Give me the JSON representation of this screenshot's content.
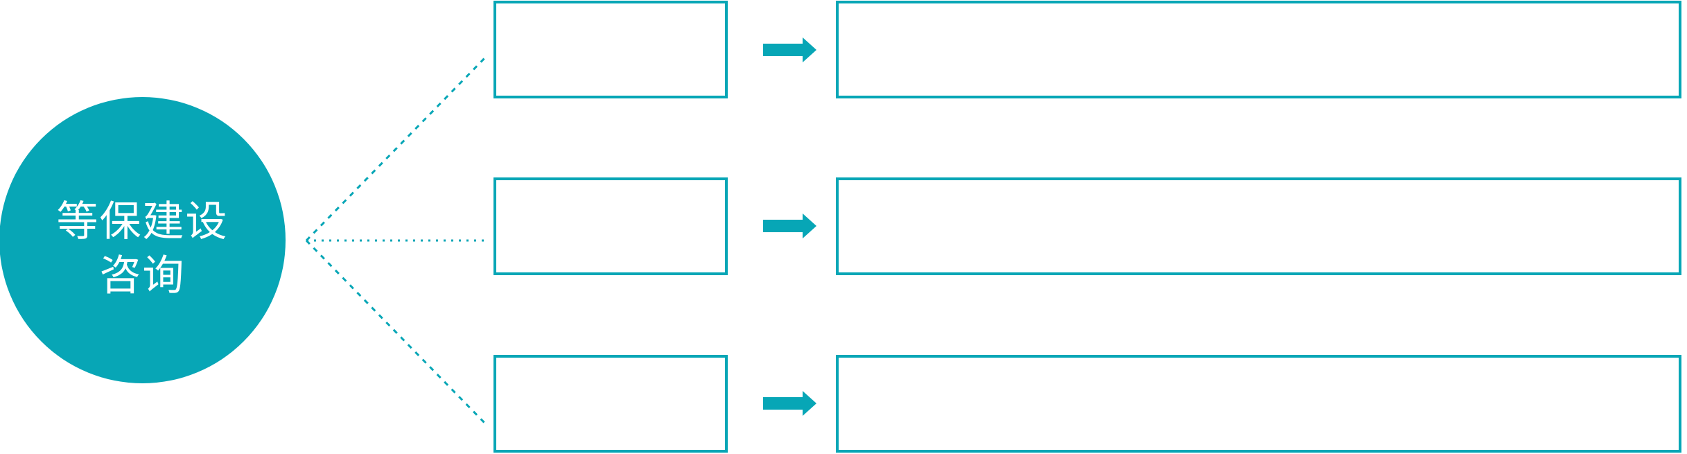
{
  "accent_color": "#07A6B6",
  "diagram": {
    "circle": {
      "label_line1": "等保建设",
      "label_line2": "咨询",
      "fill": "#07A6B6",
      "text_color": "#FFFFFF"
    },
    "connectors": {
      "style": "dotted",
      "count": 3
    },
    "icons": {
      "arrow": "arrow-right-icon"
    },
    "rows": [
      {
        "small_box_text": "",
        "wide_box_text": ""
      },
      {
        "small_box_text": "",
        "wide_box_text": ""
      },
      {
        "small_box_text": "",
        "wide_box_text": ""
      }
    ]
  }
}
